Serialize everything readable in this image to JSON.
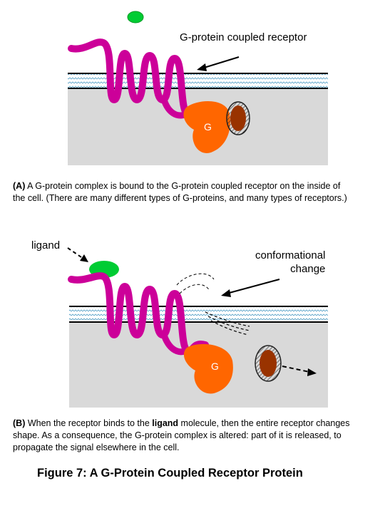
{
  "panel_a": {
    "receptor_label": "G-protein coupled receptor",
    "g_label": "G",
    "caption_tag": "(A)",
    "caption_text": " A G-protein complex is bound to the G-protein coupled receptor on the inside of the cell.  (There are many different types of G-proteins, and many types of receptors.)"
  },
  "panel_b": {
    "ligand_label": "ligand",
    "conformational_label_line1": "conformational",
    "conformational_label_line2": "change",
    "g_label": "G",
    "caption_tag": "(B)",
    "caption_text_1": " When the receptor binds to the ",
    "caption_bold_word": "ligand",
    "caption_text_2": " molecule, then the entire receptor changes shape.  As a consequence, the G-protein complex is altered: part of it is released, to propagate the signal elsewhere in the cell."
  },
  "figure_title": "Figure 7: A G-Protein Coupled Receptor Protein",
  "colors": {
    "receptor": "#cc0099",
    "g_protein": "#ff6600",
    "ligand": "#00cc33",
    "subunit": "#993300",
    "cytoplasm": "#d9d9d9",
    "membrane_wave": "#99cccc"
  }
}
